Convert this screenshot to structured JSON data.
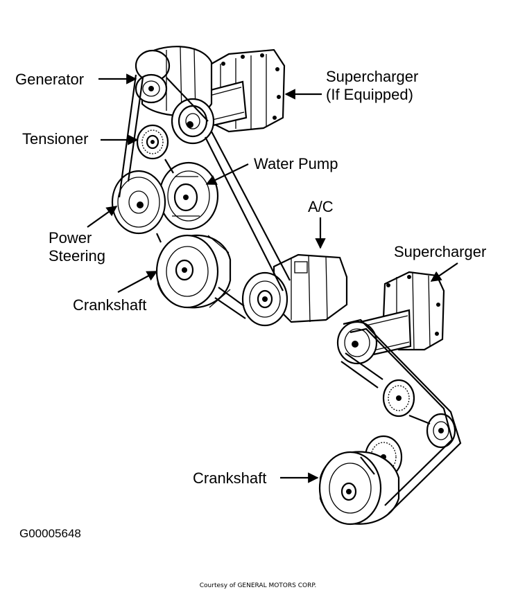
{
  "labels": {
    "generator": "Generator",
    "supercharger_top_line1": "Supercharger",
    "supercharger_top_line2": "(If Equipped)",
    "tensioner": "Tensioner",
    "water_pump": "Water Pump",
    "ac": "A/C",
    "power_steering_line1": "Power",
    "power_steering_line2": "Steering",
    "crankshaft_left": "Crankshaft",
    "supercharger_right": "Supercharger",
    "crankshaft_right": "Crankshaft"
  },
  "figure_id": "G00005648",
  "credit": "Courtesy of GENERAL MOTORS CORP."
}
